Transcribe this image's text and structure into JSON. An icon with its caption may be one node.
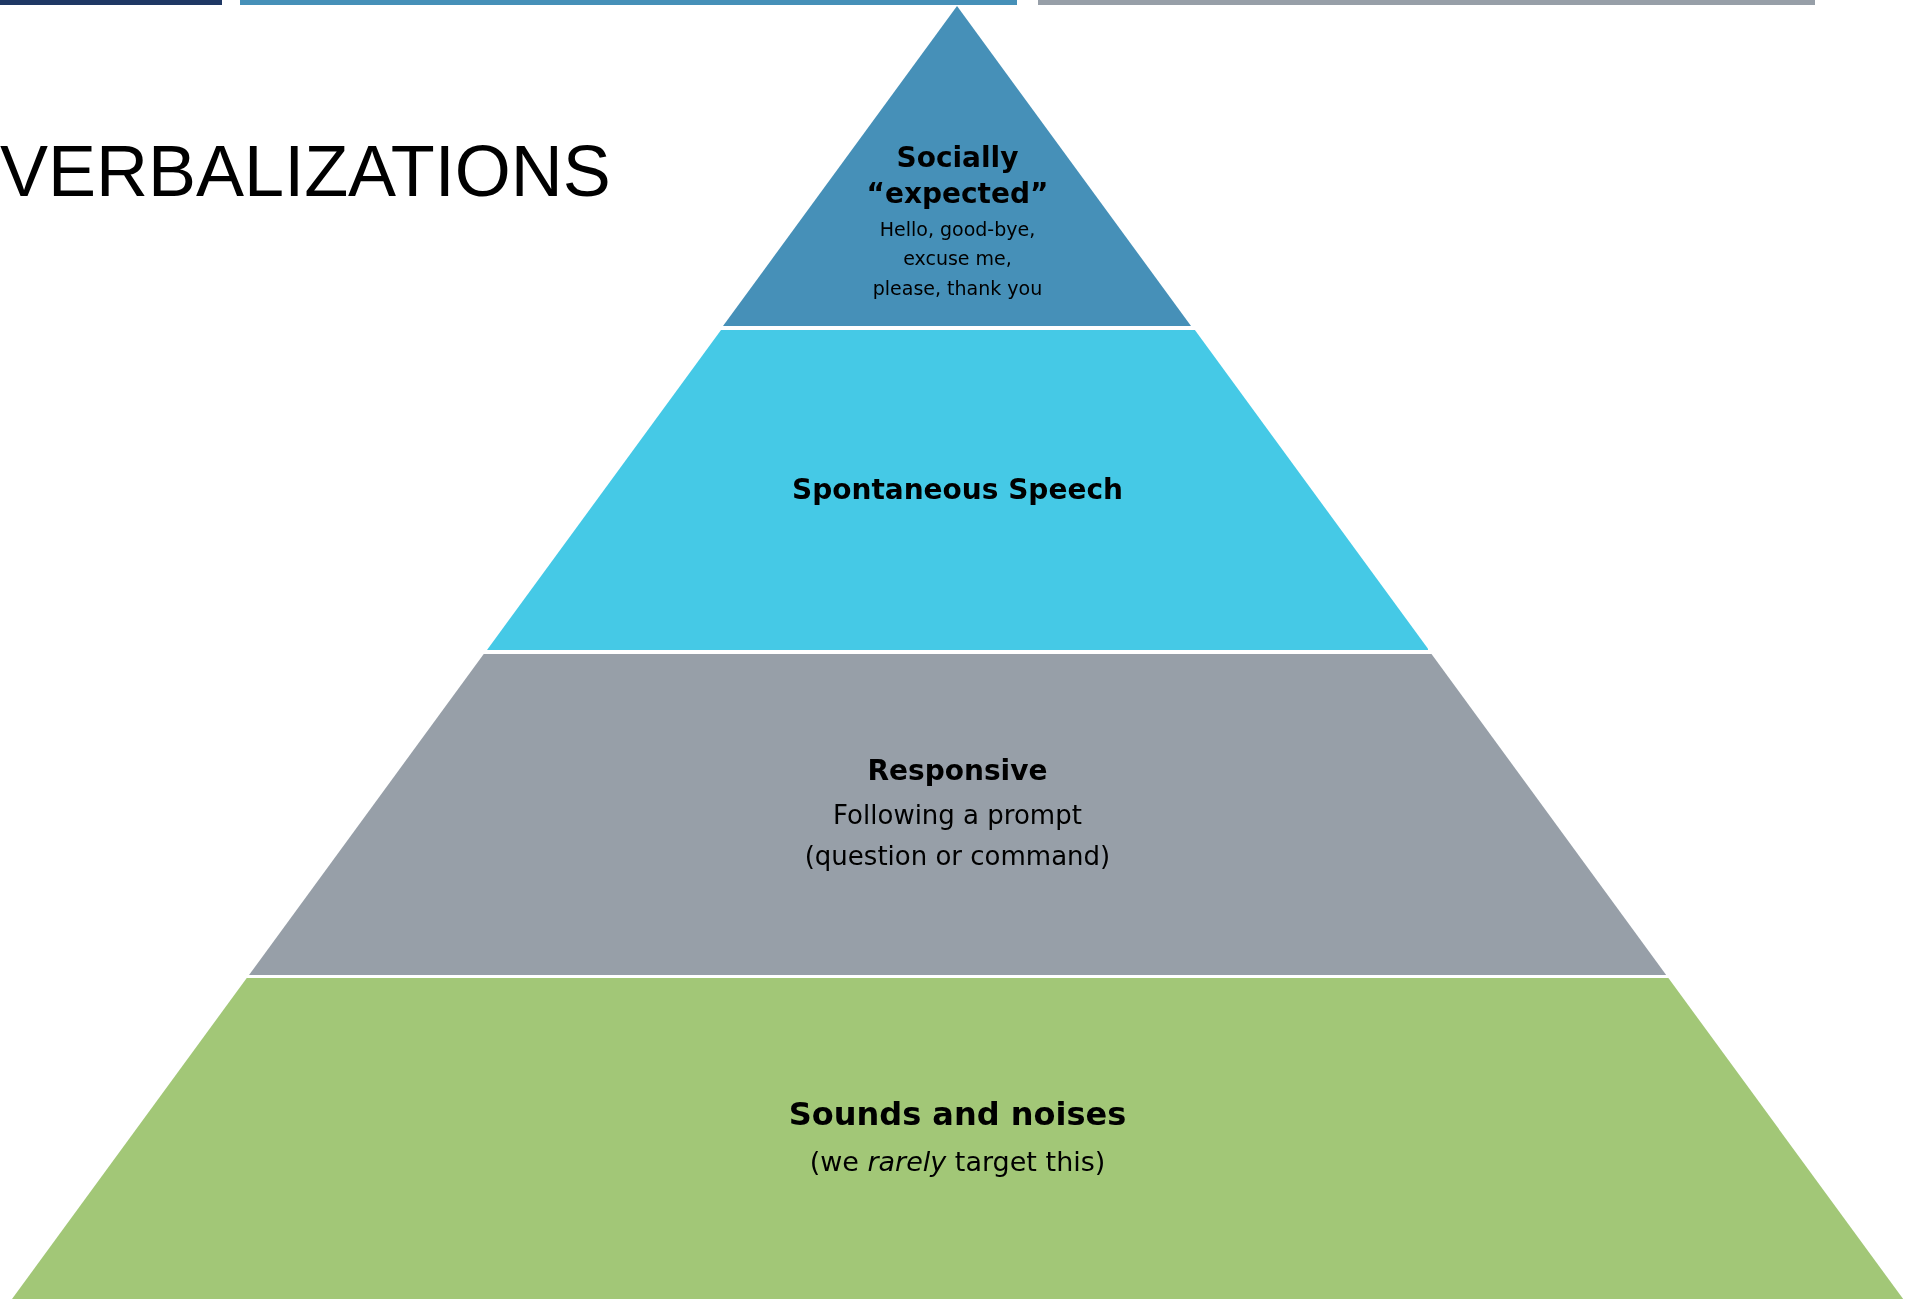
{
  "diagram": {
    "title": "VERBALIZATIONS",
    "nodes": [
      {
        "text": [
          "Socially “expected”",
          "Hello, good-bye, excuse me, please, thank you"
        ]
      },
      {
        "text": [
          "Spontaneous Speech"
        ]
      },
      {
        "text": [
          "Responsive",
          "Following a prompt (question or command)"
        ]
      },
      {
        "text": [
          "Sounds and noises",
          "(we *rarely* target this)"
        ]
      }
    ]
  }
}
